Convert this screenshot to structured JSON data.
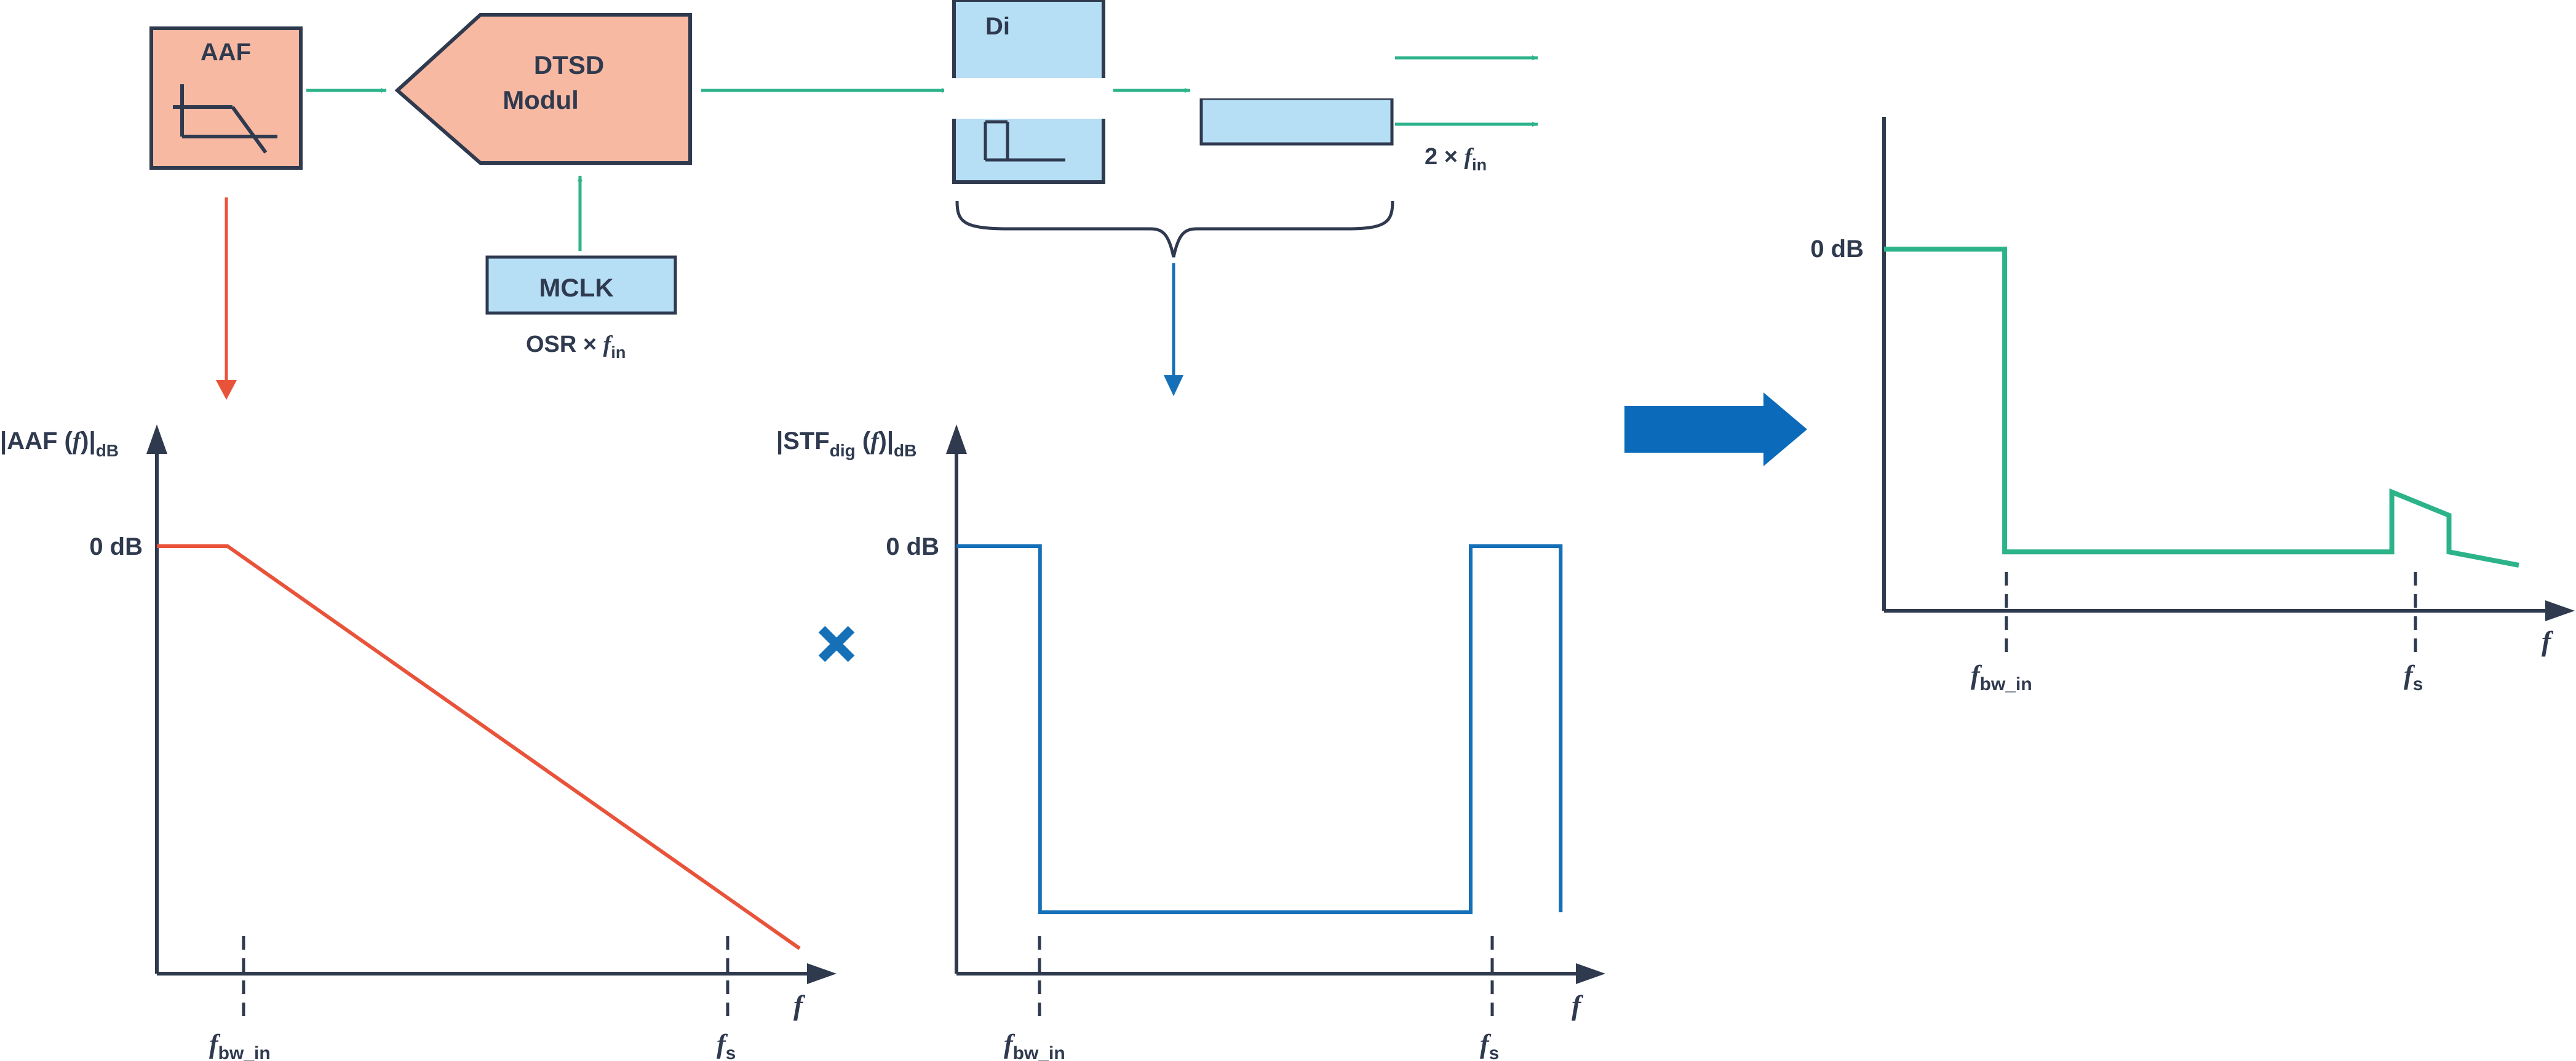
{
  "colors": {
    "salmon": "#F8B9A2",
    "light_blue": "#B6DFF6",
    "outline": "#2f3a4f",
    "green": "#2DB38A",
    "red": "#E9533A",
    "blue": "#1570B8",
    "arrow_blue": "#0B6BBA"
  },
  "blocks": {
    "aaf": {
      "label": "AAF"
    },
    "modulator": {
      "line1": "DTSD",
      "line2": "Modul"
    },
    "mclk": {
      "label": "MCLK",
      "caption_prefix": "OSR × ",
      "caption_f": "f",
      "caption_sub": "in"
    },
    "digital_filter": {
      "label": "Di"
    },
    "output_rate": {
      "prefix": "2 × ",
      "f": "f",
      "sub": "in"
    }
  },
  "icons": {
    "multiply": "multiply-icon",
    "result": "thick-right-arrow-icon"
  },
  "chart_data": [
    {
      "type": "line",
      "ylabel": {
        "main": "|AAF (",
        "f": "f",
        "close": ")|",
        "sub": "dB"
      },
      "y_tick": "0 dB",
      "x_axis_label": "f",
      "x_ticks": [
        {
          "f": "f",
          "sub": "bw_in"
        },
        {
          "f": "f",
          "sub": "s"
        }
      ],
      "series": [
        {
          "points": [
            [
              0,
              0
            ],
            [
              0.11,
              0
            ],
            [
              1.0,
              -1.0
            ]
          ]
        }
      ]
    },
    {
      "type": "line",
      "ylabel": {
        "main": "|STF",
        "main_sub": "dig",
        "mid": " (",
        "f": "f",
        "close": ")|",
        "sub": "dB"
      },
      "y_tick": "0 dB",
      "x_axis_label": "f",
      "x_ticks": [
        {
          "f": "f",
          "sub": "bw_in"
        },
        {
          "f": "f",
          "sub": "s"
        }
      ],
      "series": [
        {
          "points": [
            [
              0,
              0
            ],
            [
              0.13,
              0
            ],
            [
              0.13,
              -0.91
            ],
            [
              0.8,
              -0.91
            ],
            [
              0.8,
              0
            ],
            [
              0.94,
              0
            ],
            [
              0.94,
              -0.91
            ]
          ]
        }
      ]
    },
    {
      "type": "line",
      "y_tick": "0 dB",
      "x_axis_label": "f",
      "x_ticks": [
        {
          "f": "f",
          "sub": "bw_in"
        },
        {
          "f": "f",
          "sub": "s"
        }
      ],
      "series": [
        {
          "points": [
            [
              0,
              0
            ],
            [
              0.19,
              0
            ],
            [
              0.19,
              -0.91
            ],
            [
              0.8,
              -0.91
            ],
            [
              0.8,
              -0.73
            ],
            [
              0.89,
              -0.8
            ],
            [
              0.89,
              -0.91
            ],
            [
              1.0,
              -0.95
            ]
          ]
        }
      ]
    }
  ]
}
